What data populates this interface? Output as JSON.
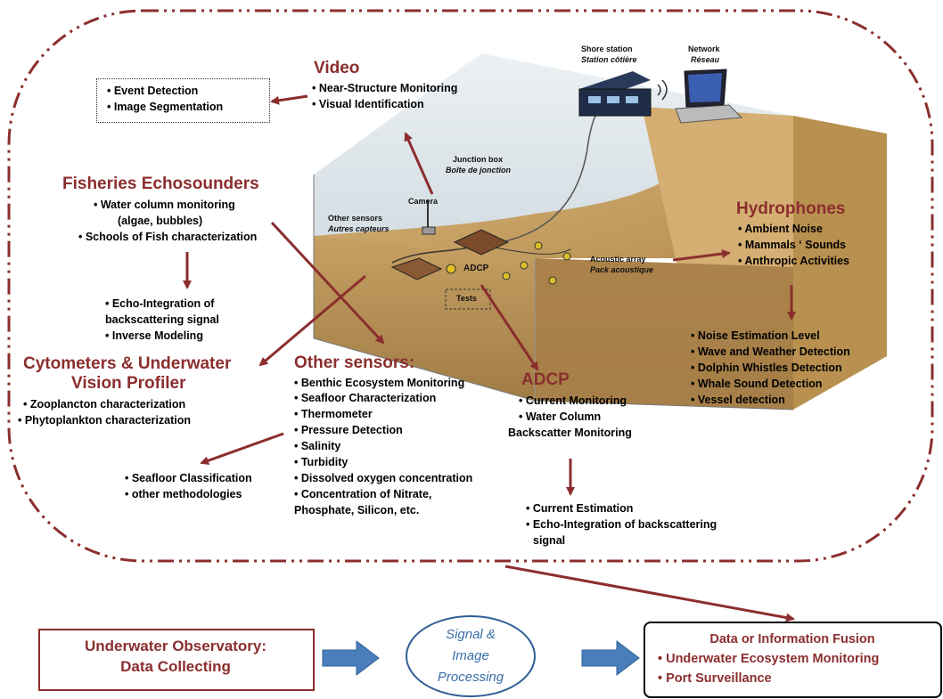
{
  "video": {
    "title": "Video",
    "items": [
      "• Near-Structure Monitoring",
      "• Visual Identification"
    ],
    "outputs": [
      "• Event Detection",
      "• Image Segmentation"
    ]
  },
  "fisheries": {
    "title": "Fisheries  Echosounders",
    "items": [
      "• Water column  monitoring",
      "(algae, bubbles)",
      "• Schools of Fish characterization"
    ],
    "outputs": [
      "• Echo-Integration  of",
      "backscattering signal",
      "• Inverse Modeling"
    ]
  },
  "cytometers": {
    "title_line1": "Cytometers & Underwater",
    "title_line2": "Vision Profiler",
    "items": [
      "• Zooplancton  characterization",
      "• Phytoplankton characterization"
    ],
    "outputs": [
      "• Seafloor Classification",
      "• other methodologies"
    ]
  },
  "other_sensors": {
    "title": "Other sensors:",
    "items": [
      "• Benthic Ecosystem  Monitoring",
      "•  Seafloor Characterization",
      "•  Thermometer",
      "• Pressure Detection",
      "• Salinity",
      "• Turbidity",
      "• Dissolved oxygen concentration",
      "• Concentration of Nitrate,",
      "Phosphate, Silicon, etc."
    ]
  },
  "adcp": {
    "title": "ADCP",
    "items": [
      "• Current Monitoring",
      "• Water Column",
      "Backscatter Monitoring"
    ],
    "outputs": [
      "• Current Estimation",
      "• Echo-Integration of backscattering",
      "signal"
    ]
  },
  "hydrophones": {
    "title": "Hydrophones",
    "items": [
      "• Ambient Noise",
      "• Mammals ‘ Sounds",
      "• Anthropic Activities"
    ],
    "outputs": [
      "• Noise Estimation  Level",
      "•  Wave and Weather Detection",
      "• Dolphin Whistles Detection",
      "• Whale  Sound Detection",
      "• Vessel detection"
    ]
  },
  "scene_labels": {
    "shore_station": "Shore station",
    "shore_station_fr": "Station côtière",
    "network": "Network",
    "network_fr": "Réseau",
    "junction_box": "Junction box",
    "junction_box_fr": "Boîte de jonction",
    "camera": "Camera",
    "other_sensors": "Other sensors",
    "other_sensors_fr": "Autres capteurs",
    "adcp": "ADCP",
    "tests": "Tests",
    "acoustic_array": "Acoustic array",
    "acoustic_array_fr": "Pack acoustique"
  },
  "pipeline": {
    "step1_line1": "Underwater Observatory:",
    "step1_line2": "Data Collecting",
    "step2_line1": "Signal &",
    "step2_line2": "Image",
    "step2_line3": "Processing",
    "step3_title": "Data or Information Fusion",
    "step3_items": [
      "• Underwater Ecosystem Monitoring",
      "• Port Surveillance"
    ]
  },
  "colors": {
    "accent": "#8b2e2e",
    "pipeline_arrow": "#4a7ebb",
    "ellipse_text": "#3a6ea8",
    "sand": "#c9a46a"
  }
}
